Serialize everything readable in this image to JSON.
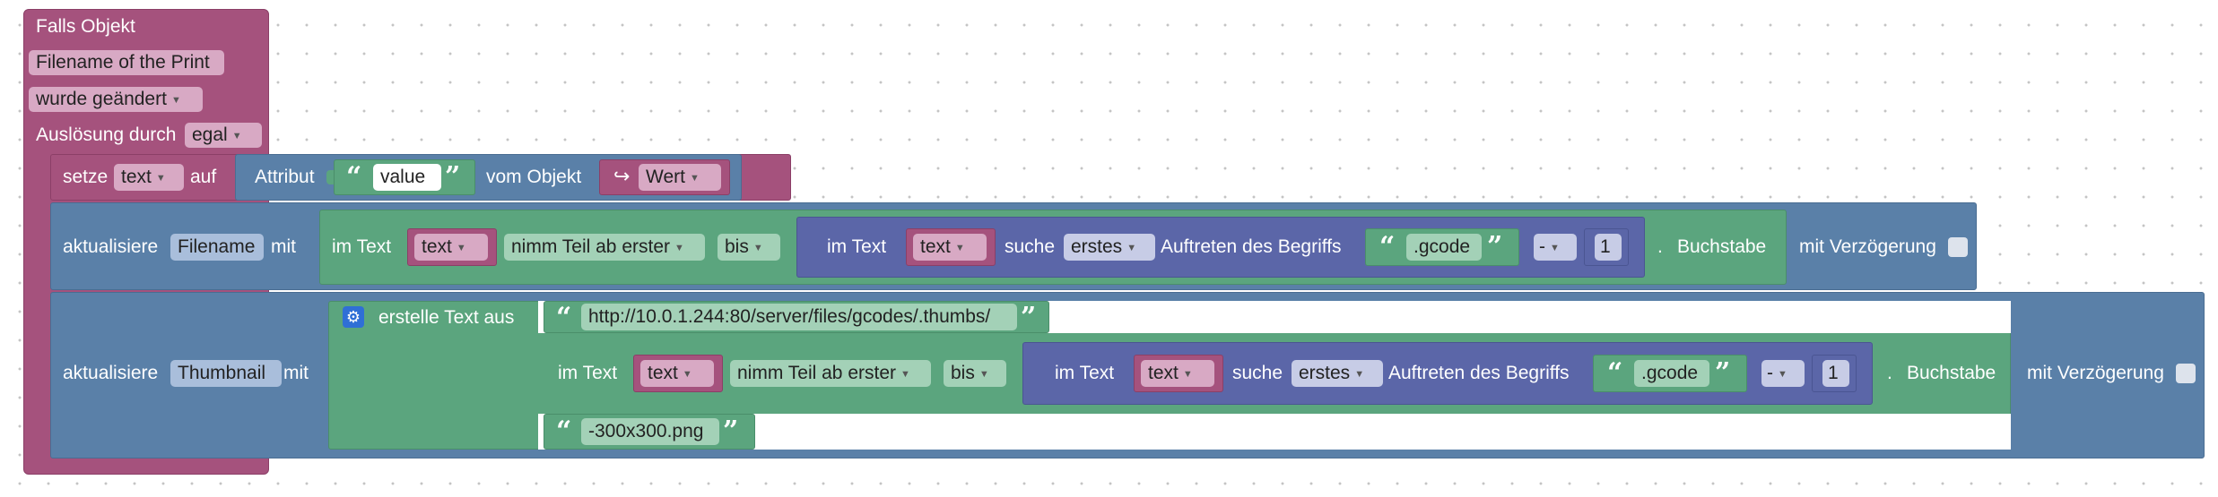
{
  "colors": {
    "event_block": "#a5527d",
    "action_block": "#5a80a8",
    "text_block": "#5ba57e",
    "inner_text_block": "#5b66a8",
    "variable_block": "#a5527d"
  },
  "event": {
    "title": "Falls Objekt",
    "object_name": "Filename of the Print",
    "trigger": "wurde geändert",
    "source_label": "Auslösung durch",
    "source_value": "egal"
  },
  "set_block": {
    "label": "setze",
    "variable": "text",
    "to_label": "auf",
    "attribute_label": "Attribut",
    "attribute_value": "value",
    "from_object_label": "vom Objekt",
    "object_value": "Wert"
  },
  "update_filename": {
    "label": "aktualisiere",
    "target": "Filename",
    "with_label": "mit",
    "in_text_label": "im Text",
    "text_var": "text",
    "take_part_label": "nimm Teil ab erster",
    "to_label": "bis",
    "inner_in_text_label": "im Text",
    "inner_text_var": "text",
    "search_label": "suche",
    "search_mode": "erstes",
    "occurrence_label": "Auftreten des Begriffs",
    "term": ".gcode",
    "minus": "-",
    "number": "1",
    "char_label": "Buchstabe",
    "delay_label": "mit Verzögerung"
  },
  "update_thumbnail": {
    "label": "aktualisiere",
    "target": "Thumbnail",
    "with_label": "mit",
    "create_text_label": "erstelle Text aus",
    "url": "http://10.0.1.244:80/server/files/gcodes/.thumbs/",
    "in_text_label": "im Text",
    "text_var": "text",
    "take_part_label": "nimm Teil ab erster",
    "to_label": "bis",
    "inner_in_text_label": "im Text",
    "inner_text_var": "text",
    "search_label": "suche",
    "search_mode": "erstes",
    "occurrence_label": "Auftreten des Begriffs",
    "term": ".gcode",
    "minus": "-",
    "number": "1",
    "char_label": "Buchstabe",
    "suffix": "-300x300.png",
    "delay_label": "mit Verzögerung"
  },
  "icons": {
    "dropdown": "dropdown-arrow-icon",
    "quote_open": "quote-open-icon",
    "quote_close": "quote-close-icon",
    "gear": "gear-icon",
    "arrow": "redirect-arrow-icon"
  }
}
